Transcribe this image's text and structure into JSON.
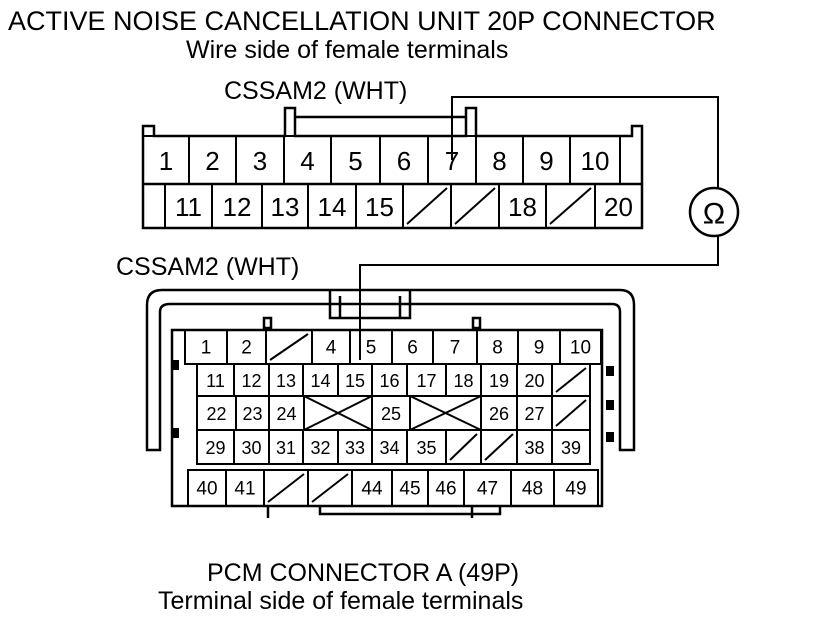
{
  "title": "ACTIVE NOISE CANCELLATION UNIT 20P CONNECTOR",
  "subtitle": "Wire side of female terminals",
  "top_connector": {
    "wire_label": "CSSAM2 (WHT)",
    "row1": [
      "1",
      "2",
      "3",
      "4",
      "5",
      "6",
      "7",
      "8",
      "9",
      "10"
    ],
    "row2": [
      "",
      "11",
      "12",
      "13",
      "14",
      "15",
      "",
      "",
      "18",
      "",
      "20"
    ]
  },
  "meter_symbol": "Ω",
  "bottom_connector": {
    "wire_label": "CSSAM2 (WHT)",
    "title": "PCM CONNECTOR A (49P)",
    "subtitle": "Terminal side of female terminals",
    "row1": [
      "1",
      "2",
      "",
      "4",
      "5",
      "6",
      "7",
      "8",
      "9",
      "10"
    ],
    "row2": [
      "11",
      "12",
      "13",
      "14",
      "15",
      "16",
      "17",
      "18",
      "19",
      "20",
      ""
    ],
    "row3": [
      "22",
      "23",
      "24",
      "",
      "25",
      "",
      "26",
      "27",
      ""
    ],
    "row4": [
      "29",
      "30",
      "31",
      "32",
      "33",
      "34",
      "35",
      "",
      "",
      "38",
      "39"
    ],
    "row5": [
      "40",
      "41",
      "",
      "",
      "44",
      "45",
      "46",
      "47",
      "48",
      "49"
    ]
  }
}
